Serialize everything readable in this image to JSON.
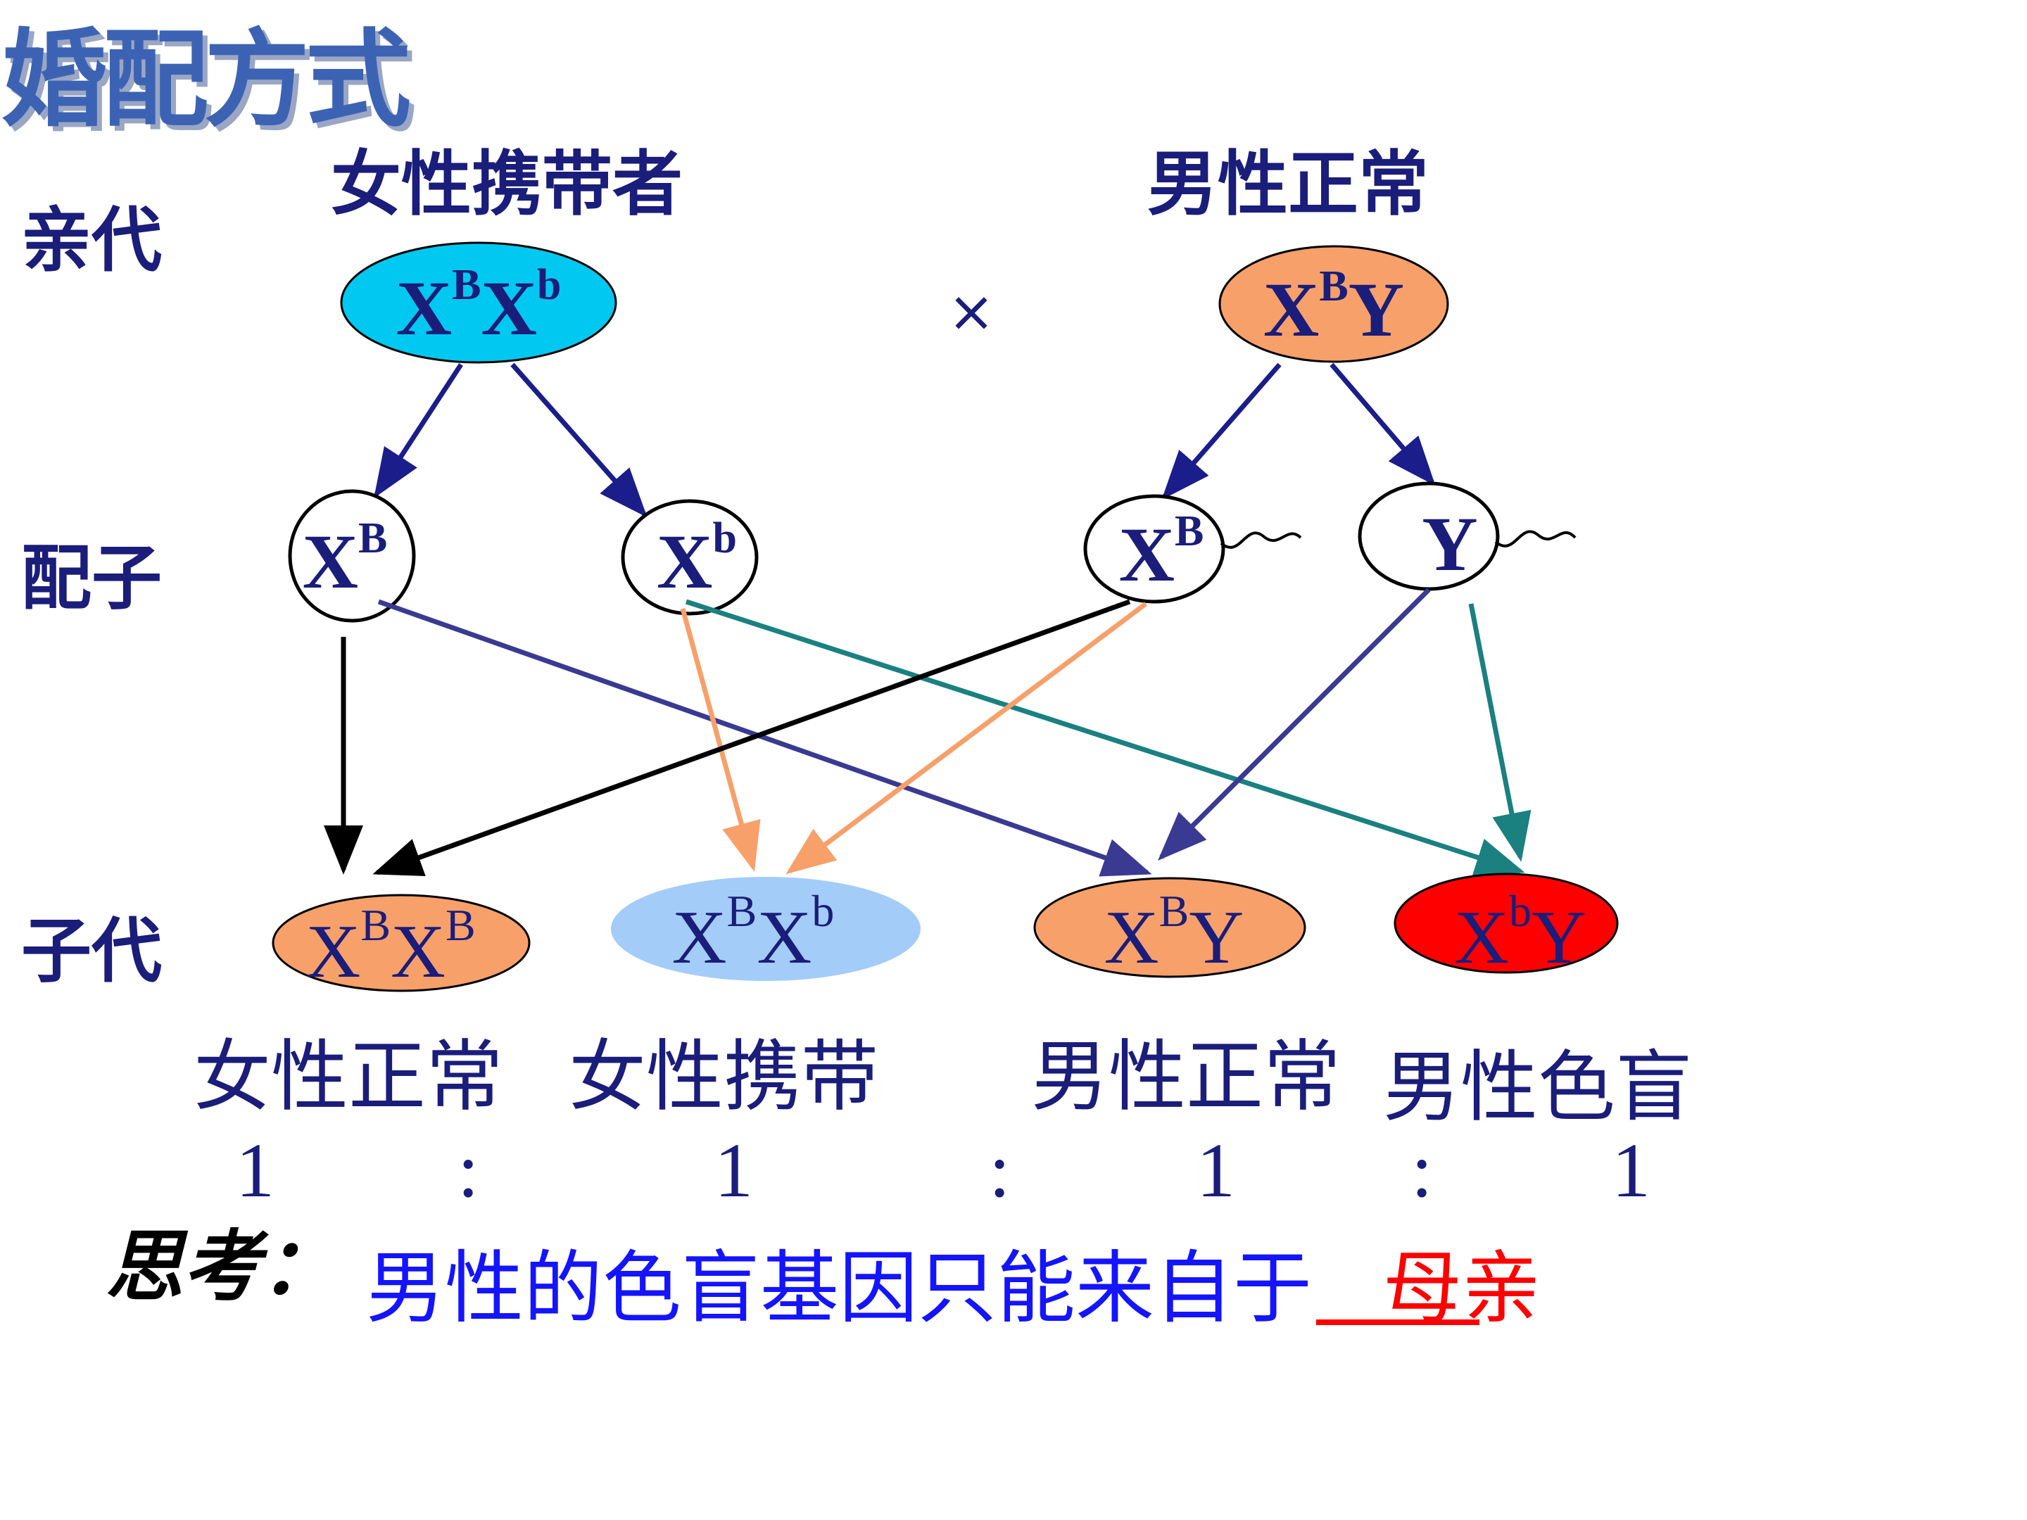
{
  "title": "婚配方式",
  "row_labels": {
    "parents": "亲代",
    "gametes": "配子",
    "offspring": "子代"
  },
  "parents": {
    "female_label": "女性携带者",
    "male_label": "男性正常",
    "cross_symbol": "×",
    "female": {
      "base1": "X",
      "sup1": "B",
      "base2": "X",
      "sup2": "b",
      "fill": "#00c8f0"
    },
    "male": {
      "base1": "X",
      "sup1": "B",
      "base2": "Y",
      "sup2": "",
      "fill": "#f8a06a"
    }
  },
  "gametes": [
    {
      "base": "X",
      "sup": "B"
    },
    {
      "base": "X",
      "sup": "b"
    },
    {
      "base": "X",
      "sup": "B"
    },
    {
      "base": "Y",
      "sup": ""
    }
  ],
  "offspring": [
    {
      "base1": "X",
      "sup1": "B",
      "base2": "X",
      "sup2": "B",
      "fill": "#f8a06a",
      "label": "女性正常",
      "ratio": "1"
    },
    {
      "base1": "X",
      "sup1": "B",
      "base2": "X",
      "sup2": "b",
      "fill": "#a3ccf8",
      "label": "女性携带",
      "ratio": "1"
    },
    {
      "base1": "X",
      "sup1": "B",
      "base2": "Y",
      "sup2": "",
      "fill": "#f8a06a",
      "label": "男性正常",
      "ratio": "1"
    },
    {
      "base1": "X",
      "sup1": "b",
      "base2": "Y",
      "sup2": "",
      "fill": "#ff0000",
      "label": "男性色盲",
      "ratio": "1"
    }
  ],
  "ratio_separator": ":",
  "think": {
    "prefix": "思考：",
    "text": "男性的色盲基因只能来自于",
    "answer": "母亲"
  },
  "colors": {
    "dark_blue": "#1a1d7a",
    "arrow_navy": "#1a1d8a",
    "arrow_purple": "#3a3a92",
    "arrow_teal": "#1a8080",
    "arrow_orange": "#f8a06a",
    "arrow_black": "#000000"
  }
}
